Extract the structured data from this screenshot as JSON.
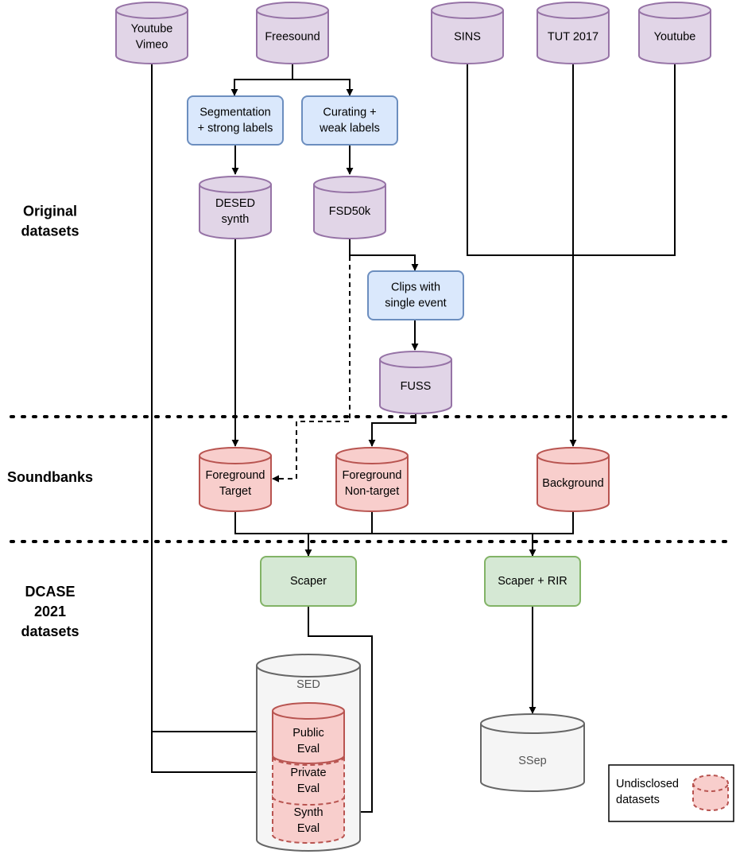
{
  "sections": {
    "original": [
      "Original",
      "datasets"
    ],
    "soundbanks": [
      "Soundbanks"
    ],
    "dcase": [
      "DCASE",
      "2021",
      "datasets"
    ]
  },
  "sources": {
    "youtube_vimeo": [
      "Youtube",
      "Vimeo"
    ],
    "freesound": [
      "Freesound"
    ],
    "sins": [
      "SINS"
    ],
    "tut2017": [
      "TUT 2017"
    ],
    "youtube": [
      "Youtube"
    ]
  },
  "processes": {
    "segmentation": [
      "Segmentation",
      "+ strong labels"
    ],
    "curating": [
      "Curating +",
      "weak labels"
    ],
    "clips_single": [
      "Clips with",
      "single event"
    ],
    "scaper": [
      "Scaper"
    ],
    "scaper_rir": [
      "Scaper + RIR"
    ]
  },
  "datasets": {
    "desed_synth": [
      "DESED",
      "synth"
    ],
    "fsd50k": [
      "FSD50k"
    ],
    "fuss": [
      "FUSS"
    ]
  },
  "soundbanks": {
    "fg_target": [
      "Foreground",
      "Target"
    ],
    "fg_nontarget": [
      "Foreground",
      "Non-target"
    ],
    "background": [
      "Background"
    ]
  },
  "outputs": {
    "sed": [
      "SED"
    ],
    "public_eval": [
      "Public",
      "Eval"
    ],
    "private_eval": [
      "Private",
      "Eval"
    ],
    "synth_eval": [
      "Synth",
      "Eval"
    ],
    "ssep": [
      "SSep"
    ]
  },
  "legend": {
    "label": [
      "Undisclosed",
      "datasets"
    ]
  },
  "colors": {
    "purple_fill": "#e1d5e7",
    "purple_stroke": "#9673a6",
    "blue_fill": "#dae8fc",
    "blue_stroke": "#6c8ebf",
    "red_fill": "#f8cecc",
    "red_stroke": "#b85450",
    "green_fill": "#d5e8d4",
    "green_stroke": "#82b366",
    "gray_fill": "#f5f5f5",
    "gray_stroke": "#666666"
  }
}
